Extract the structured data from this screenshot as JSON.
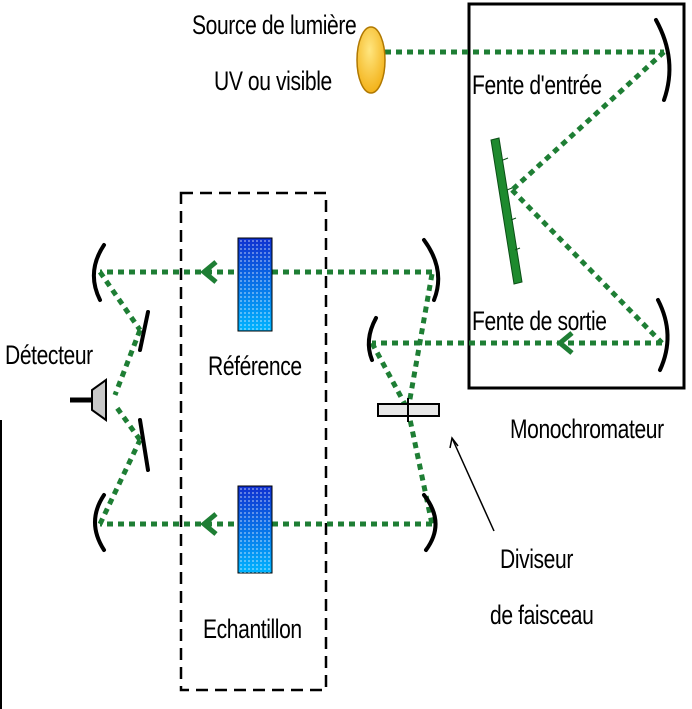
{
  "labels": {
    "source_line1": "Source de lumière",
    "source_line2": "UV ou visible",
    "entrance_slit": "Fente d'entrée",
    "exit_slit": "Fente de sortie",
    "monochromator": "Monochromateur",
    "detector": "Détecteur",
    "reference": "Référence",
    "sample": "Echantillon",
    "splitter_line1": "Diviseur",
    "splitter_line2": "de faisceau"
  },
  "colors": {
    "beam": "#1e7e34",
    "lamp": "#f3b21a",
    "lamp_edge": "#b07800",
    "grating": "#1e8a2e",
    "cell_top": "#1030d0",
    "cell_bottom": "#00b4ff",
    "frame": "#000000"
  },
  "icons": {
    "lamp": "light-source-icon",
    "grating": "diffraction-grating-icon",
    "detector": "photodetector-icon",
    "reference_cell": "cuvette-icon",
    "sample_cell": "cuvette-icon",
    "beam_splitter": "beam-splitter-icon"
  }
}
